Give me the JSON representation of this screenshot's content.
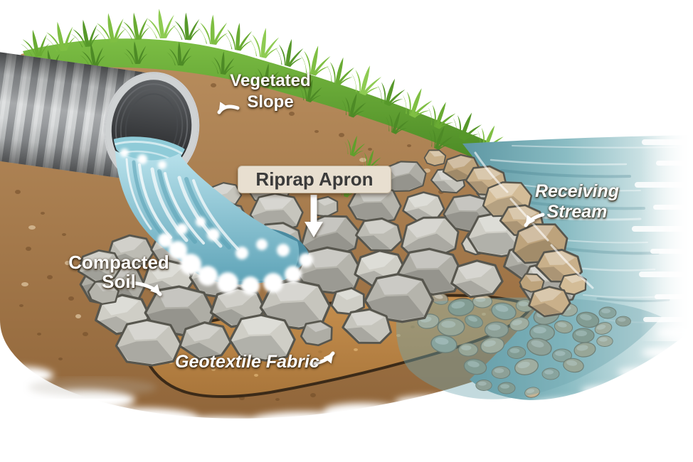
{
  "labels": {
    "vegetated_slope": {
      "line1": "Vegetated",
      "line2": "Slope"
    },
    "riprap_apron": {
      "text": "Riprap Apron"
    },
    "compacted_soil": {
      "line1": "Compacted",
      "line2": "Soil"
    },
    "geotextile_fabric": {
      "text": "Geotextile Fabric"
    },
    "receiving_stream": {
      "line1": "Receiving",
      "line2": "Stream"
    }
  },
  "palette": {
    "grass_light": "#7cbe44",
    "grass_dark": "#4a8824",
    "soil_light": "#b98e5e",
    "soil_dark": "#91663a",
    "pipe_light": "#c6c9ca",
    "pipe_dark": "#8e9194",
    "pipe_interior": "#1c1d1f",
    "rock_gray": "#b5b4ac",
    "boulder_tan": "#c9b08a",
    "water_deep": "#5d97a3",
    "water_mid": "#8abcc3",
    "water_light": "#d3e6e8",
    "outfall_light": "#b9e2ec",
    "outfall_deep": "#5fa4b8",
    "pool_teal": "#4a8aa0",
    "foam": "#ffffff",
    "geotextile": "#c68f4e",
    "label_box_bg": "#e8dfd0",
    "label_box_text": "#3b3b3b",
    "label_text": "#ffffff"
  }
}
